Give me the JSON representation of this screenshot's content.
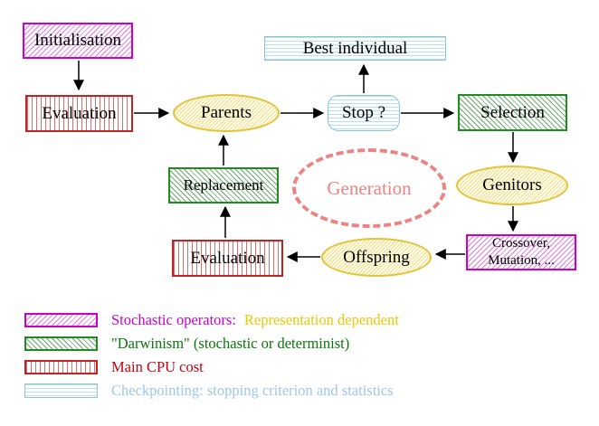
{
  "diagram": {
    "nodes": {
      "initialisation": {
        "label": "Initialisation",
        "style": "stochastic-operator"
      },
      "best_individual": {
        "label": "Best individual",
        "style": "checkpointing"
      },
      "evaluation_top": {
        "label": "Evaluation",
        "style": "main-cpu-cost"
      },
      "parents": {
        "label": "Parents",
        "style": "population"
      },
      "stop": {
        "label": "Stop ?",
        "style": "checkpointing"
      },
      "selection": {
        "label": "Selection",
        "style": "darwinism"
      },
      "replacement": {
        "label": "Replacement",
        "style": "darwinism"
      },
      "genitors": {
        "label": "Genitors",
        "style": "population"
      },
      "evaluation_bottom": {
        "label": "Evaluation",
        "style": "main-cpu-cost"
      },
      "offspring": {
        "label": "Offspring",
        "style": "population"
      },
      "crossover_mutation": {
        "label_line1": "Crossover,",
        "label_line2": "Mutation, ...",
        "style": "stochastic-operator"
      }
    },
    "cycle_label": "Generation",
    "edges": [
      {
        "from": "initialisation",
        "to": "evaluation_top"
      },
      {
        "from": "evaluation_top",
        "to": "parents"
      },
      {
        "from": "parents",
        "to": "stop"
      },
      {
        "from": "stop",
        "to": "best_individual"
      },
      {
        "from": "stop",
        "to": "selection"
      },
      {
        "from": "selection",
        "to": "genitors"
      },
      {
        "from": "genitors",
        "to": "crossover_mutation"
      },
      {
        "from": "crossover_mutation",
        "to": "offspring"
      },
      {
        "from": "offspring",
        "to": "evaluation_bottom"
      },
      {
        "from": "evaluation_bottom",
        "to": "replacement"
      },
      {
        "from": "replacement",
        "to": "parents"
      }
    ]
  },
  "legend": {
    "items": [
      {
        "swatch": "magenta-diagonal-hatch",
        "label": "Stochastic operators:",
        "label2": "Representation dependent"
      },
      {
        "swatch": "green-diagonal-hatch",
        "label": "\"Darwinism\" (stochastic or determinist)",
        "label2": ""
      },
      {
        "swatch": "red-vertical-stripes",
        "label": "Main CPU cost",
        "label2": ""
      },
      {
        "swatch": "cyan-horizontal-stripes",
        "label": "Checkpointing: stopping criterion and statistics",
        "label2": ""
      }
    ]
  },
  "colors": {
    "magenta": "#cb00cb",
    "gold": "#eec800",
    "dark_green": "#067806",
    "crimson": "#c40010",
    "light_blue": "#9cc9e4",
    "salmon": "#ee8383",
    "yellow_border": "#e2c438",
    "arrow_black": "#000000"
  }
}
